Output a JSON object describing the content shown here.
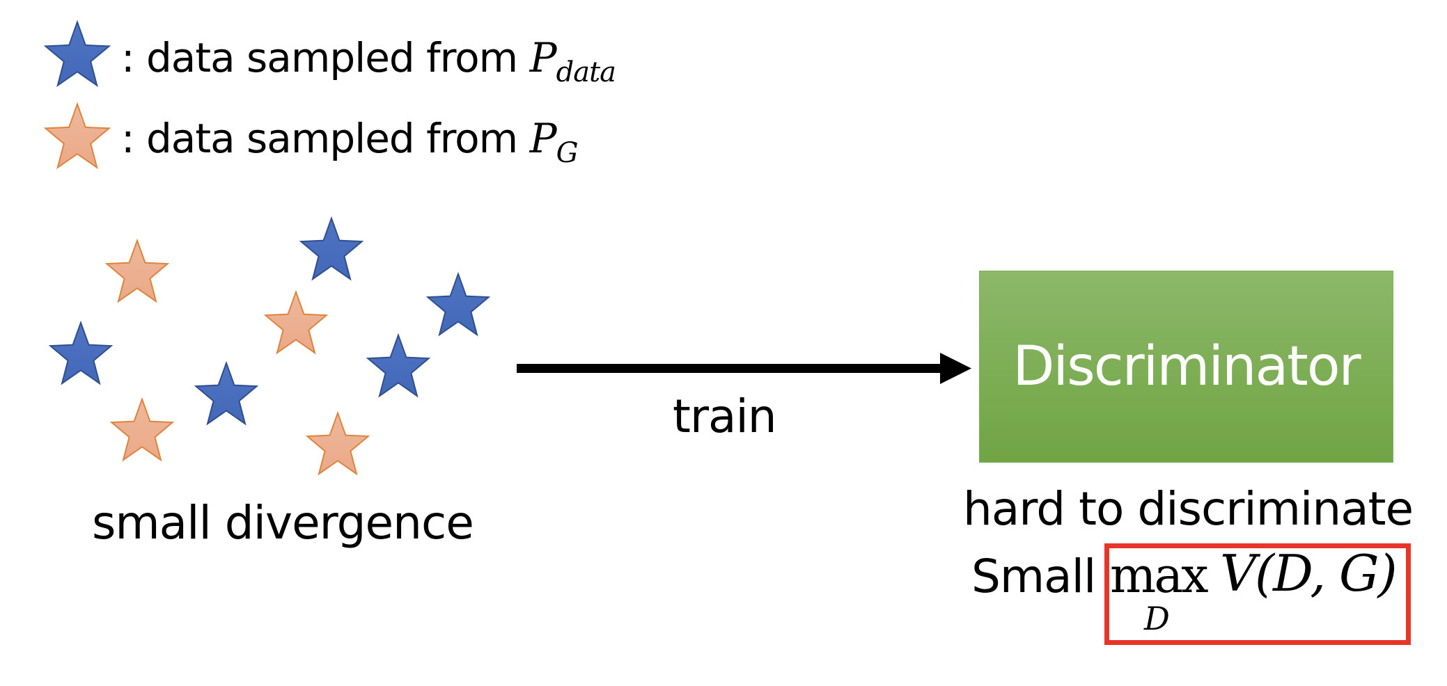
{
  "legend": [
    {
      "icon": "blue-star-icon",
      "color": "#4a6fbf",
      "stroke": "#2f4f8f",
      "text": ": data sampled from ",
      "symbol": "P",
      "subscript": "data"
    },
    {
      "icon": "orange-star-icon",
      "color": "#eeb193",
      "stroke": "#e0833d",
      "text": ": data sampled from ",
      "symbol": "P",
      "subscript": "G"
    }
  ],
  "scatter": {
    "label": "small divergence",
    "points": [
      {
        "kind": "generated",
        "x": 0.0,
        "y": 0.0
      },
      {
        "kind": "real",
        "x": 0.0,
        "y": 0.0
      }
    ]
  },
  "arrow": {
    "label": "train"
  },
  "discriminator": {
    "label": "Discriminator",
    "colors": {
      "top": "#8cb868",
      "bottom": "#70a444"
    }
  },
  "caption": {
    "line1": "hard to discriminate",
    "line2_prefix": "Small",
    "formula_op": "max",
    "formula_op_sub": "D",
    "formula_body": "V(D, G)",
    "highlight_color": "#e8352a"
  }
}
